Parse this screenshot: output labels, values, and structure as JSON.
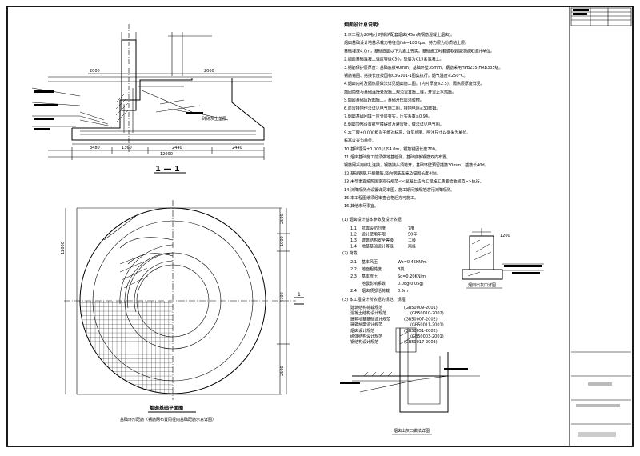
{
  "section": {
    "label": "1 — 1",
    "dims_top": [
      "2000",
      "2000"
    ],
    "dims_bottom": [
      "3480",
      "1360",
      "2440",
      "2440"
    ],
    "dim_total": "12000",
    "label_right": "砖砌灰土垫层"
  },
  "plan": {
    "title": "烟囱基础平面图",
    "subtitle": "基础环形配筋（钢筋网布置同径向基础配筋示意详图）",
    "section_mark": "1",
    "dims_right": [
      "2500",
      "1000",
      "4700",
      "2500"
    ],
    "dim_left": "12000"
  },
  "notes": {
    "heading": "烟囱设计总说明:",
    "lines": [
      "1.本工程为20吨/小时锅炉配套烟囱(45m高钢筋混凝土烟囱)。",
      "  烟囱基础设计地基承载力特征值fak=180Kpa，持力层为粉质粘土层。",
      "  基础埋深4.0m，基础底面以下为素土夯实。基础施工时若遇软弱层须通知设计单位。",
      "2.烟囱基础混凝土强度等级C30，垫层为C15素混凝土。",
      "3.钢筋保护层厚度：基础底板40mm，基础环壁35mm。钢筋采用HPB235,HRB335级。",
      "  钢筋锚固、搭接长度按国标03G101-1图集执行。烟气温度≤250°C。",
      "4.烟囱内衬及隔热层做法详见烟囱施工图。(内衬厚度≥2.5)，隔热层厚度详见。",
      "  烟囱筒壁与基础连接处按施工规范设置施工缝，并设止水措施。",
      "5.烟囱基础应按图施工，基础开挖后须验槽。",
      "6.防雷接地作法详见电气施工图，接地电阻≤30欧姆。",
      "7.烟囱基础回填土应分层夯实，压实系数≥0.94。",
      "8.烟囱顶部设置航空障碍灯及避雷针，做法详见电气图。",
      "9.本工程±0.000相当于绝对标高，详见总图。所注尺寸以毫米为单位。",
      "  标高以米为单位。",
      "10.基础埋深±0.000以下4.0m，钢筋锚固长度700。",
      "11.烟囱基础施工前须做地基检测，基础底板钢筋双向布置。",
      "  钢筋网采用绑扎连接，钢筋接头须错开，基础环壁预留插筋30mm，插筋长40d。",
      "12.基础钢筋,环壁钢筋,竖向钢筋连接及锚固长度40d。",
      "13.未尽事宜按照国家现行规范<<混凝土结构工程施工质量验收规范>>执行。",
      "14.沉降观测点设置详见本图，施工期间按规范进行沉降观测。",
      "15.本工程图纸须经审查合格后方可施工。",
      "16.其他未尽事宜。"
    ],
    "group1": "(1) 烟囱设计基本参数及设计依据",
    "items1": [
      {
        "no": "1.1",
        "label": "抗震设防烈度",
        "value": "7度"
      },
      {
        "no": "1.2",
        "label": "设计使用年限",
        "value": "50年"
      },
      {
        "no": "1.3",
        "label": "建筑结构安全等级",
        "value": "二级"
      },
      {
        "no": "1.4",
        "label": "地基基础设计等级",
        "value": "丙级"
      }
    ],
    "group2": "(2) 荷载",
    "items2": [
      {
        "no": "2.1",
        "label": "基本风压",
        "value": "Wo=0.45KN/m"
      },
      {
        "no": "2.2",
        "label": "地面粗糙度",
        "value": "B类"
      },
      {
        "no": "2.3",
        "label": "基本雪压",
        "value": "So=0.20KN/m"
      },
      {
        "no": "",
        "label": "地震影响系数",
        "value": "0.08g(0.05g)"
      },
      {
        "no": "2.4",
        "label": "烟囱顶部活荷载",
        "value": "0.5m"
      }
    ],
    "group3": "(3) 本工程设计所依据的规范、规程",
    "codes": [
      {
        "label": "建筑结构荷载规范",
        "code": "(GB50009-2001)"
      },
      {
        "label": "混凝土结构设计规范",
        "code": "(GB50010-2002)"
      },
      {
        "label": "建筑地基基础设计规范",
        "code": "(GB50007-2002)"
      },
      {
        "label": "建筑抗震设计规范",
        "code": "(GB50011-2001)"
      },
      {
        "label": "烟囱设计规范",
        "code": "(GB50051-2002)"
      },
      {
        "label": "砌体结构设计规范",
        "code": "(GB50003-2001)"
      },
      {
        "label": "钢结构设计规范",
        "code": "(GB50017-2003)"
      }
    ]
  },
  "details": {
    "detail1_label": "烟囱出灰口详图",
    "detail2_label": "烟囱出灰口做法详图",
    "dim_1200": "1200"
  }
}
